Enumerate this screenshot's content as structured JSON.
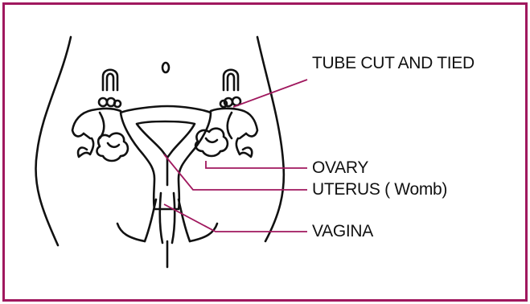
{
  "labels": {
    "tube": "TUBE CUT AND TIED",
    "ovary": "OVARY",
    "uterus": "UTERUS ( Womb)",
    "vagina": "VAGINA"
  },
  "colors": {
    "frame": "#a0185e",
    "leader_line": "#a0185e",
    "drawing": "#111111",
    "background": "#ffffff"
  }
}
